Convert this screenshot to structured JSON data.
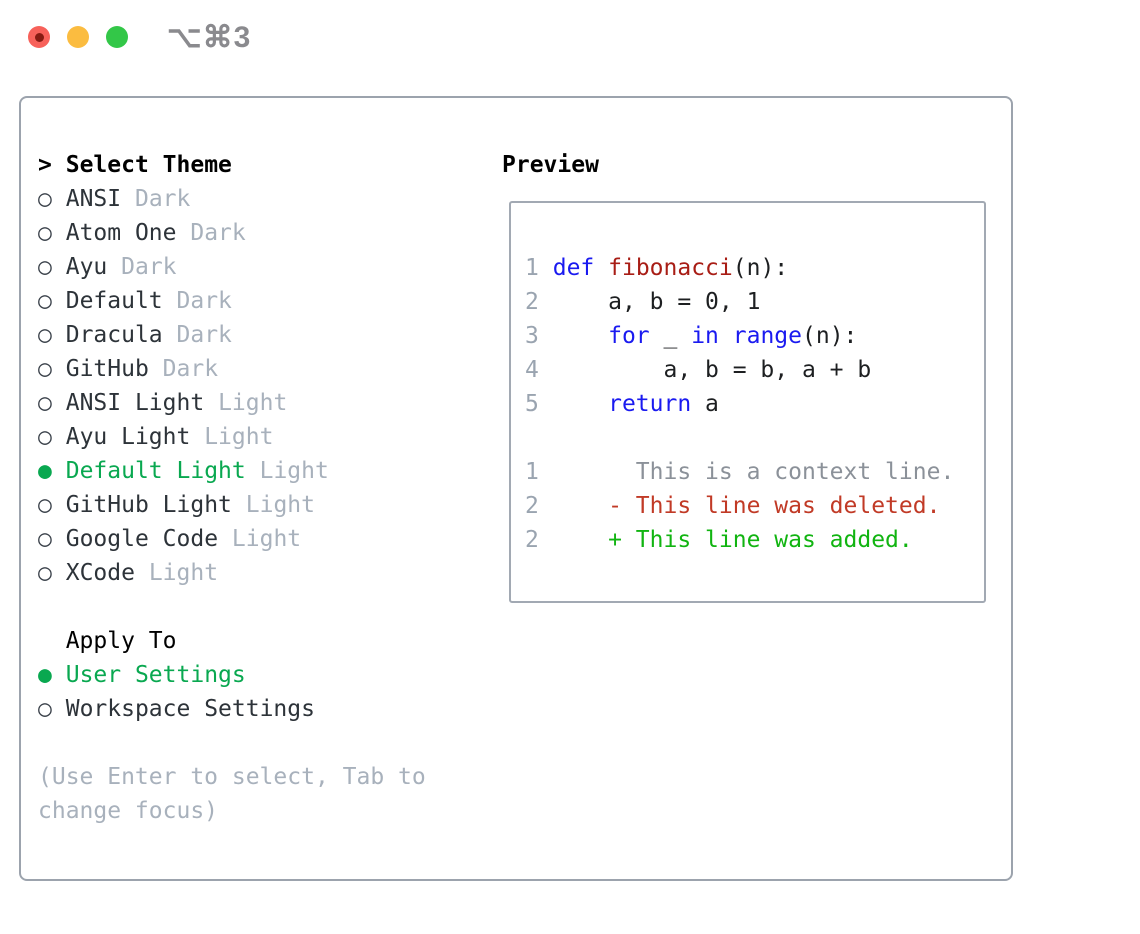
{
  "window": {
    "title_shortcut": "⌥⌘3",
    "traffic_lights": [
      "close-red",
      "minimize-yellow",
      "zoom-green"
    ]
  },
  "theme_panel": {
    "header_prefix": ">",
    "header_label": "Select Theme",
    "radio_unselected": "○",
    "radio_selected": "●",
    "themes": [
      {
        "name": "ANSI",
        "variant": "Dark",
        "selected": false
      },
      {
        "name": "Atom One",
        "variant": "Dark",
        "selected": false
      },
      {
        "name": "Ayu",
        "variant": "Dark",
        "selected": false
      },
      {
        "name": "Default",
        "variant": "Dark",
        "selected": false
      },
      {
        "name": "Dracula",
        "variant": "Dark",
        "selected": false
      },
      {
        "name": "GitHub",
        "variant": "Dark",
        "selected": false
      },
      {
        "name": "ANSI Light",
        "variant": "Light",
        "selected": false
      },
      {
        "name": "Ayu Light",
        "variant": "Light",
        "selected": false
      },
      {
        "name": "Default Light",
        "variant": "Light",
        "selected": true
      },
      {
        "name": "GitHub Light",
        "variant": "Light",
        "selected": false
      },
      {
        "name": "Google Code",
        "variant": "Light",
        "selected": false
      },
      {
        "name": "XCode",
        "variant": "Light",
        "selected": false
      }
    ],
    "apply_to": {
      "label": "Apply To",
      "options": [
        {
          "name": "User Settings",
          "selected": true
        },
        {
          "name": "Workspace Settings",
          "selected": false
        }
      ]
    },
    "help_lines": [
      "(Use Enter to select, Tab to",
      "change focus)"
    ]
  },
  "preview": {
    "label": "Preview",
    "lines": [
      {
        "num": "1",
        "kind": "code",
        "segs": [
          [
            "def",
            "kw"
          ],
          [
            " ",
            "pl"
          ],
          [
            "fibonacci",
            "fn"
          ],
          [
            "(n):",
            "pl"
          ]
        ]
      },
      {
        "num": "2",
        "kind": "code",
        "segs": [
          [
            "    a, b = 0, 1",
            "pl"
          ]
        ]
      },
      {
        "num": "3",
        "kind": "code",
        "segs": [
          [
            "    ",
            "pl"
          ],
          [
            "for",
            "kw"
          ],
          [
            " _ ",
            "pl"
          ],
          [
            "in",
            "kw"
          ],
          [
            " ",
            "pl"
          ],
          [
            "range",
            "kw"
          ],
          [
            "(n):",
            "pl"
          ]
        ]
      },
      {
        "num": "4",
        "kind": "code",
        "segs": [
          [
            "        a, b = b, a + b",
            "pl"
          ]
        ]
      },
      {
        "num": "5",
        "kind": "code",
        "segs": [
          [
            "    ",
            "pl"
          ],
          [
            "return",
            "kw"
          ],
          [
            " a",
            "pl"
          ]
        ]
      },
      {
        "num": "",
        "kind": "blank",
        "segs": []
      },
      {
        "num": "1",
        "kind": "context",
        "segs": [
          [
            "      This is a context line.",
            "ctx"
          ]
        ]
      },
      {
        "num": "2",
        "kind": "deleted",
        "segs": [
          [
            "    - This line was deleted.",
            "del"
          ]
        ]
      },
      {
        "num": "2",
        "kind": "added",
        "segs": [
          [
            "    + This line was added.",
            "add"
          ]
        ]
      }
    ]
  },
  "colors": {
    "accent_green": "#09a850",
    "keyword_blue": "#1a1af0",
    "function_red": "#a81d15",
    "diff_deleted_red": "#c13a26",
    "diff_added_green": "#11b411",
    "code_text": "#1d1f21",
    "list_text": "#2d3339",
    "radio_ring": "#3c434c",
    "header_text": "#000000",
    "muted_gray": "#a8b1bc",
    "context_gray": "#8b9199",
    "line_number_gray": "#9aa4b0",
    "border_gray": "#9ca3ad",
    "preview_border_gray": "#a2a9b3",
    "title_gray": "#8a8a8e",
    "traffic_red": "#f7615a",
    "traffic_red_dot": "#861b12",
    "traffic_yellow": "#fbbc40",
    "traffic_green": "#33c748"
  }
}
